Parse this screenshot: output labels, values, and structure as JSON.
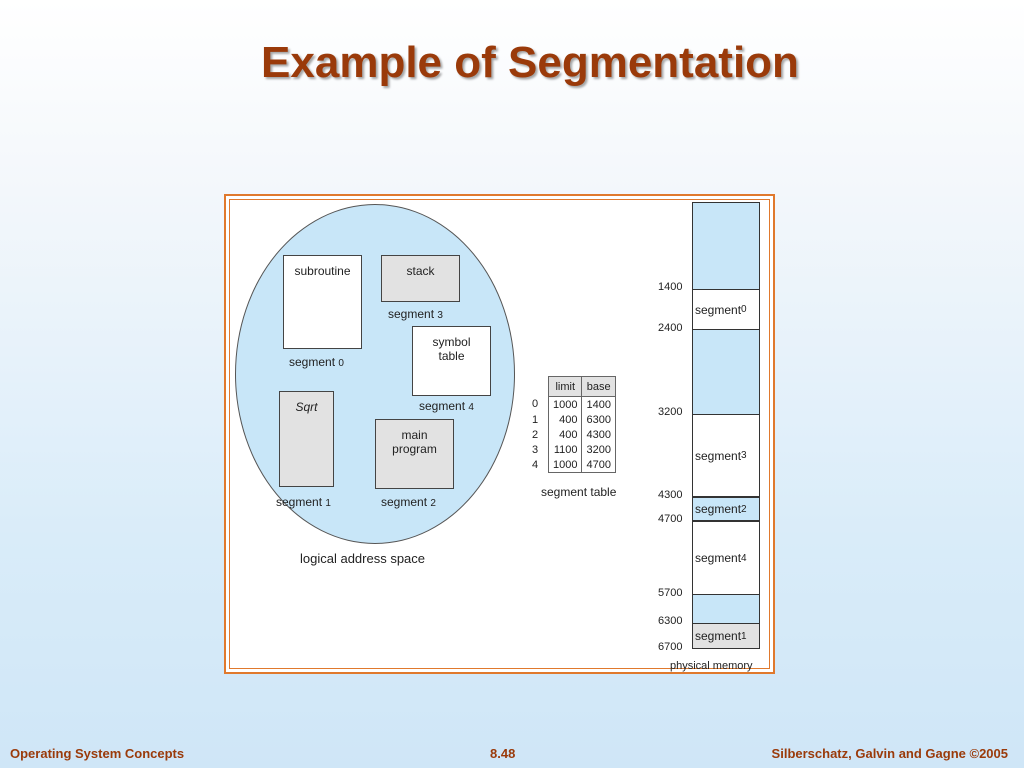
{
  "slide": {
    "title": "Example of Segmentation",
    "footer_left": "Operating System Concepts",
    "footer_center": "8.48",
    "footer_right": "Silberschatz, Galvin and Gagne ©2005"
  },
  "logical": {
    "caption": "logical address space",
    "subroutine": "subroutine",
    "stack": "stack",
    "symbol_table": "symbol table",
    "sqrt": "Sqrt",
    "main_program": "main program",
    "seg_word": "segment",
    "seg0_idx": "0",
    "seg1_idx": "1",
    "seg2_idx": "2",
    "seg3_idx": "3",
    "seg4_idx": "4"
  },
  "segment_table": {
    "caption": "segment table",
    "headers": {
      "limit": "limit",
      "base": "base"
    },
    "rows": [
      {
        "index": "0",
        "limit": "1000",
        "base": "1400"
      },
      {
        "index": "1",
        "limit": "400",
        "base": "6300"
      },
      {
        "index": "2",
        "limit": "400",
        "base": "4300"
      },
      {
        "index": "3",
        "limit": "1100",
        "base": "3200"
      },
      {
        "index": "4",
        "limit": "1000",
        "base": "4700"
      }
    ]
  },
  "physical": {
    "caption": "physical memory",
    "addresses": [
      "1400",
      "2400",
      "3200",
      "4300",
      "4700",
      "5700",
      "6300",
      "6700"
    ],
    "blocks": [
      {
        "label": "segment",
        "idx": "0",
        "start": 1400,
        "end": 2400,
        "fill": "#ffffff"
      },
      {
        "label": "segment",
        "idx": "3",
        "start": 3200,
        "end": 4300,
        "fill": "#ffffff"
      },
      {
        "label": "segment",
        "idx": "2",
        "start": 4300,
        "end": 4700,
        "fill": "#c8e6f8"
      },
      {
        "label": "segment",
        "idx": "4",
        "start": 4700,
        "end": 5700,
        "fill": "#ffffff"
      },
      {
        "label": "segment",
        "idx": "1",
        "start": 6300,
        "end": 6700,
        "fill": "#e2e2e2"
      }
    ]
  }
}
